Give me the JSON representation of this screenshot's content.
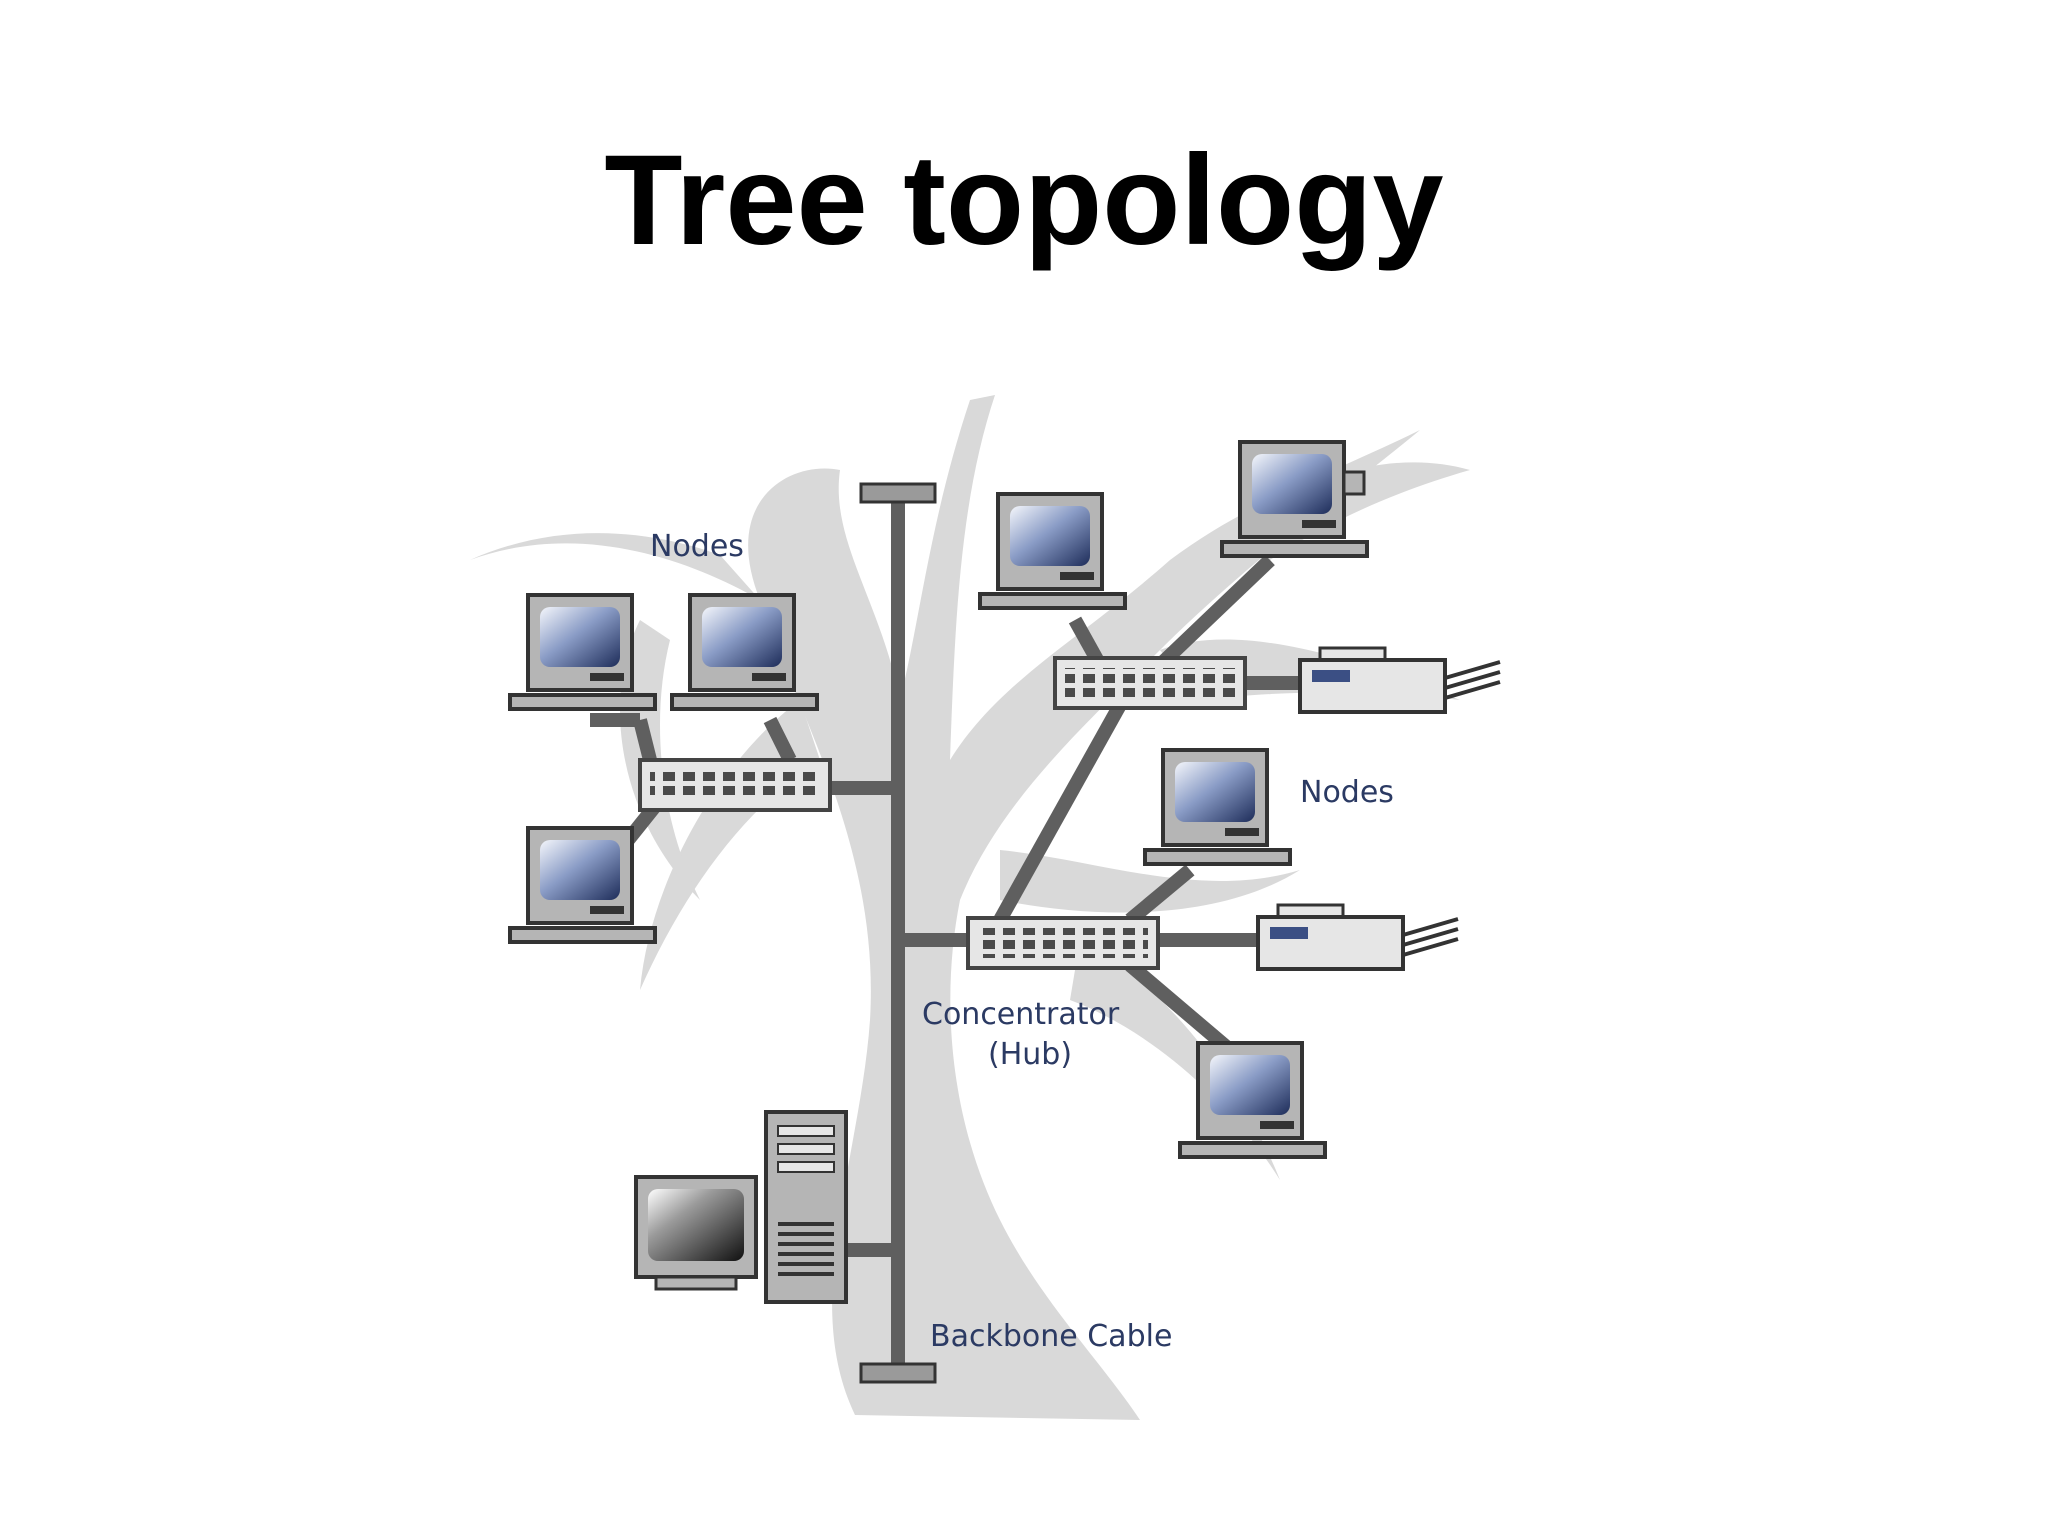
{
  "title": "Tree topology",
  "labels": {
    "nodes_left": "Nodes",
    "nodes_right": "Nodes",
    "hub_line1": "Concentrator",
    "hub_line2": "(Hub)",
    "backbone": "Backbone Cable"
  },
  "colors": {
    "tree_silhouette": "#d9d9d9",
    "cable": "#5f5f5f",
    "hub_fill": "#e6e6e6",
    "device_body": "#b5b5b5",
    "screen": "#3b4f84",
    "label_text": "#2b3a63"
  }
}
